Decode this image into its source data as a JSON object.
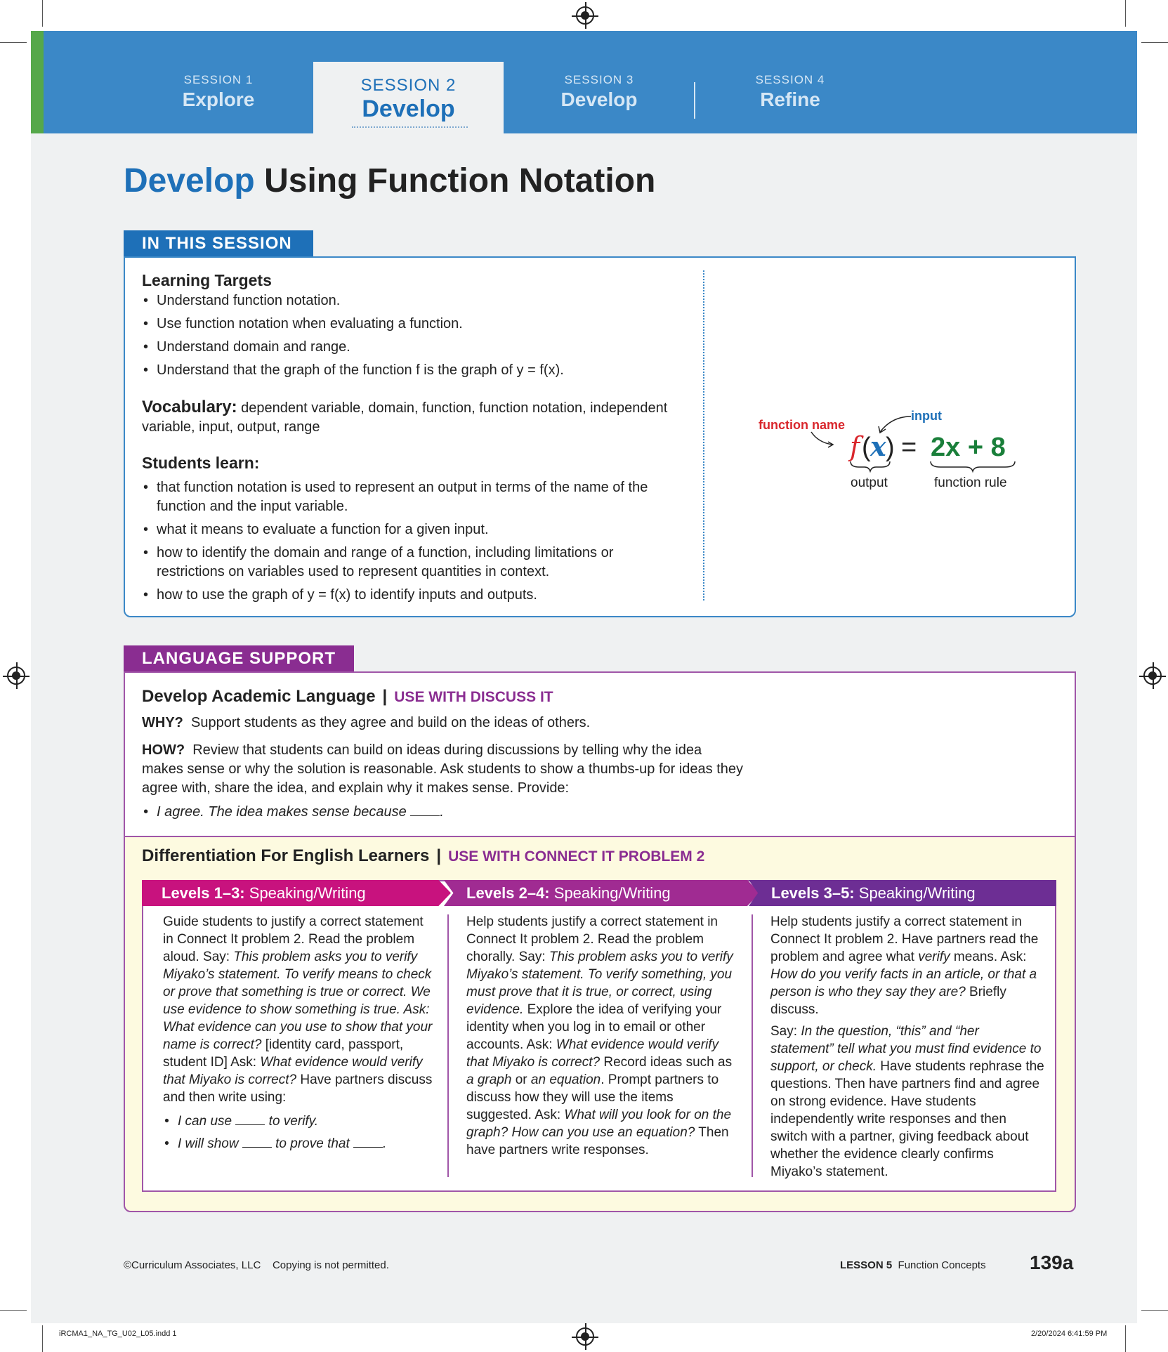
{
  "sessions": [
    {
      "label": "SESSION 1",
      "name": "Explore"
    },
    {
      "label": "SESSION 2",
      "name": "Develop"
    },
    {
      "label": "SESSION 3",
      "name": "Develop"
    },
    {
      "label": "SESSION 4",
      "name": "Refine"
    }
  ],
  "title": {
    "highlight": "Develop",
    "rest": "Using Function Notation"
  },
  "in_this_session": {
    "tab": "IN THIS SESSION",
    "learning_targets_heading": "Learning Targets",
    "learning_targets": [
      "Understand function notation.",
      "Use function notation when evaluating a function.",
      "Understand domain and range.",
      "Understand that the graph of the function f is the graph of y = f(x)."
    ],
    "vocabulary_label": "Vocabulary:",
    "vocabulary_text": "dependent variable, domain, function, function notation, independent variable, input, output, range",
    "students_learn_heading": "Students learn:",
    "students_learn": [
      "that function notation is used to represent an output in terms of the name of the function and the input variable.",
      "what it means to evaluate a function for a given input.",
      "how to identify the domain and range of a function, including limitations or restrictions on variables used to represent quantities in context.",
      "how to use the graph of y = f(x) to identify inputs and outputs."
    ],
    "diagram": {
      "function_name_label": "function name",
      "input_label": "input",
      "output_label": "output",
      "rule_label": "function rule",
      "f": "f",
      "x": "x",
      "rule": "2x + 8",
      "colors": {
        "name": "#d9262c",
        "input": "#1e70b8",
        "rule": "#1a7f3a"
      }
    }
  },
  "language_support": {
    "tab": "LANGUAGE SUPPORT",
    "dal_heading": "Develop Academic Language",
    "dal_use": "USE WITH DISCUSS IT",
    "why_label": "WHY?",
    "why_text": "Support students as they agree and build on the ideas of others.",
    "how_label": "HOW?",
    "how_text": "Review that students can build on ideas during discussions by telling why the idea makes sense or why the solution is reasonable. Ask students to show a thumbs-up for ideas they agree with, share the idea, and explain why it makes sense. Provide:",
    "sentence_frame_a": "I agree. The idea makes sense because",
    "sentence_frame_b": ".",
    "dfel_heading": "Differentiation For English Learners",
    "dfel_use": "USE WITH CONNECT IT PROBLEM 2",
    "levels": [
      {
        "range": "Levels 1–3:",
        "mode": "Speaking/Writing"
      },
      {
        "range": "Levels 2–4:",
        "mode": "Speaking/Writing"
      },
      {
        "range": "Levels 3–5:",
        "mode": "Speaking/Writing"
      }
    ],
    "col1": {
      "t1": "Guide students to justify a correct statement in Connect It problem 2. Read the problem aloud. Say: ",
      "i1": "This problem asks you to verify Miyako’s statement. To verify means to check or prove that something is true or correct. We use evidence to show something is true. Ask: What evidence can you use to show that your name is correct?",
      "t2": " [identity card, passport, student ID] Ask: ",
      "i2": "What evidence would verify that Miyako is correct?",
      "t3": " Have partners discuss and then write using:",
      "b1a": "I can use",
      "b1b": "to verify.",
      "b2a": "I will show",
      "b2b": "to prove that",
      "b2c": "."
    },
    "col2": {
      "t1": "Help students justify a correct statement in Connect It problem 2. Read the problem chorally. Say: ",
      "i1": "This problem asks you to verify Miyako’s statement. To verify something, you must prove that it is true, or correct, using evidence.",
      "t2": " Explore the idea of verifying your identity when you log in to email or other accounts. Ask: ",
      "i2": "What evidence would verify that Miyako is correct?",
      "t3": " Record ideas such as ",
      "i3": "a graph",
      "t4": " or ",
      "i4": "an equation",
      "t5": ". Prompt partners to discuss how they will use the items suggested. Ask: ",
      "i5": "What will you look for on the graph? How can you use an equation?",
      "t6": " Then have partners write responses."
    },
    "col3": {
      "t1": "Help students justify a correct statement in Connect It problem 2. Have partners read the problem and agree what ",
      "i1": "verify",
      "t2": " means. Ask: ",
      "i2": "How do you verify facts in an article, or that a person is who they say they are?",
      "t3": " Briefly discuss.",
      "p2a": "Say: ",
      "p2i": "In the question, “this” and “her statement” tell what you must find evidence to support, or check.",
      "p2b": " Have students rephrase the questions. Then have partners find and agree on strong evidence. Have students independently write responses and then switch with a partner, giving feedback about whether the evidence clearly confirms Miyako’s statement."
    }
  },
  "footer": {
    "copyright": "©Curriculum Associates, LLC",
    "copying": "Copying is not permitted.",
    "lesson_label": "LESSON 5",
    "lesson_name": "Function Concepts",
    "page": "139a"
  },
  "slug": {
    "file": "iRCMA1_NA_TG_U02_L05.indd   1",
    "date": "2/20/2024   6:41:59 PM"
  }
}
